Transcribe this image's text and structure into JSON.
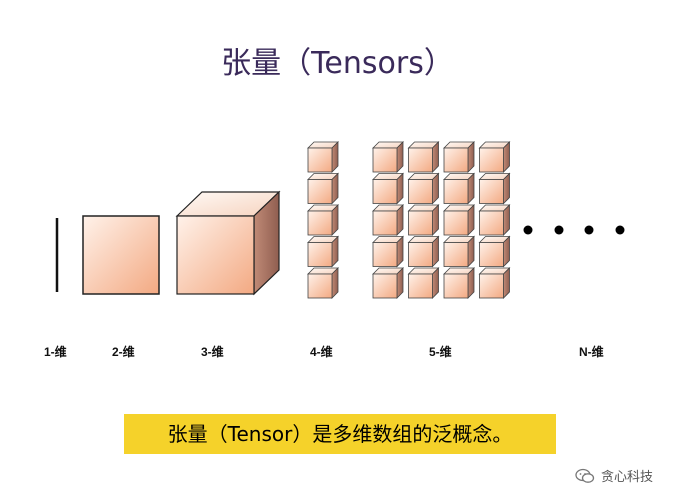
{
  "title": "张量（Tensors）",
  "labels": {
    "d1": "1-维",
    "d2": "2-维",
    "d3": "3-维",
    "d4": "4-维",
    "d5": "5-维",
    "dn": "N-维"
  },
  "caption": "张量（Tensor）是多维数组的泛概念。",
  "watermark": "贪心科技",
  "colors": {
    "cube_face_light": "#fff0e6",
    "cube_face_dark": "#f4b08a",
    "cube_side": "#b07a68",
    "caption_bg": "#f5d22a",
    "title": "#3a2a5a"
  }
}
